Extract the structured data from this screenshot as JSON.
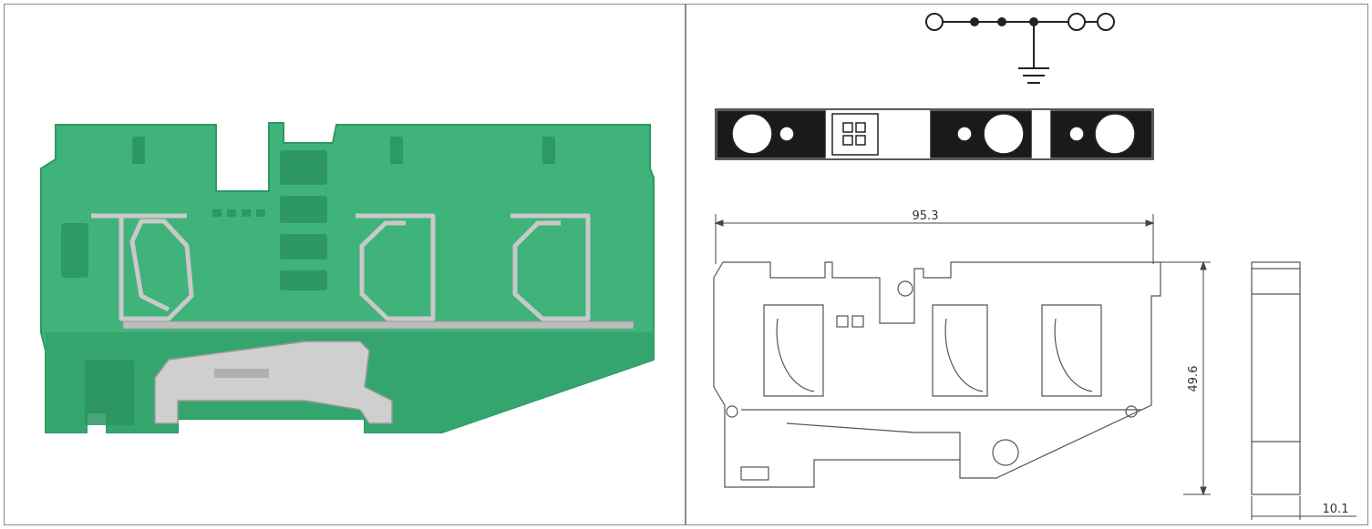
{
  "dimensions": {
    "length": "95.3",
    "height": "49.6",
    "thickness": "10.1"
  },
  "colors": {
    "housing_green": "#3fb37a",
    "housing_dark": "#1f8d58",
    "metal": "#c9c9c9",
    "drawing_line": "#555555"
  }
}
